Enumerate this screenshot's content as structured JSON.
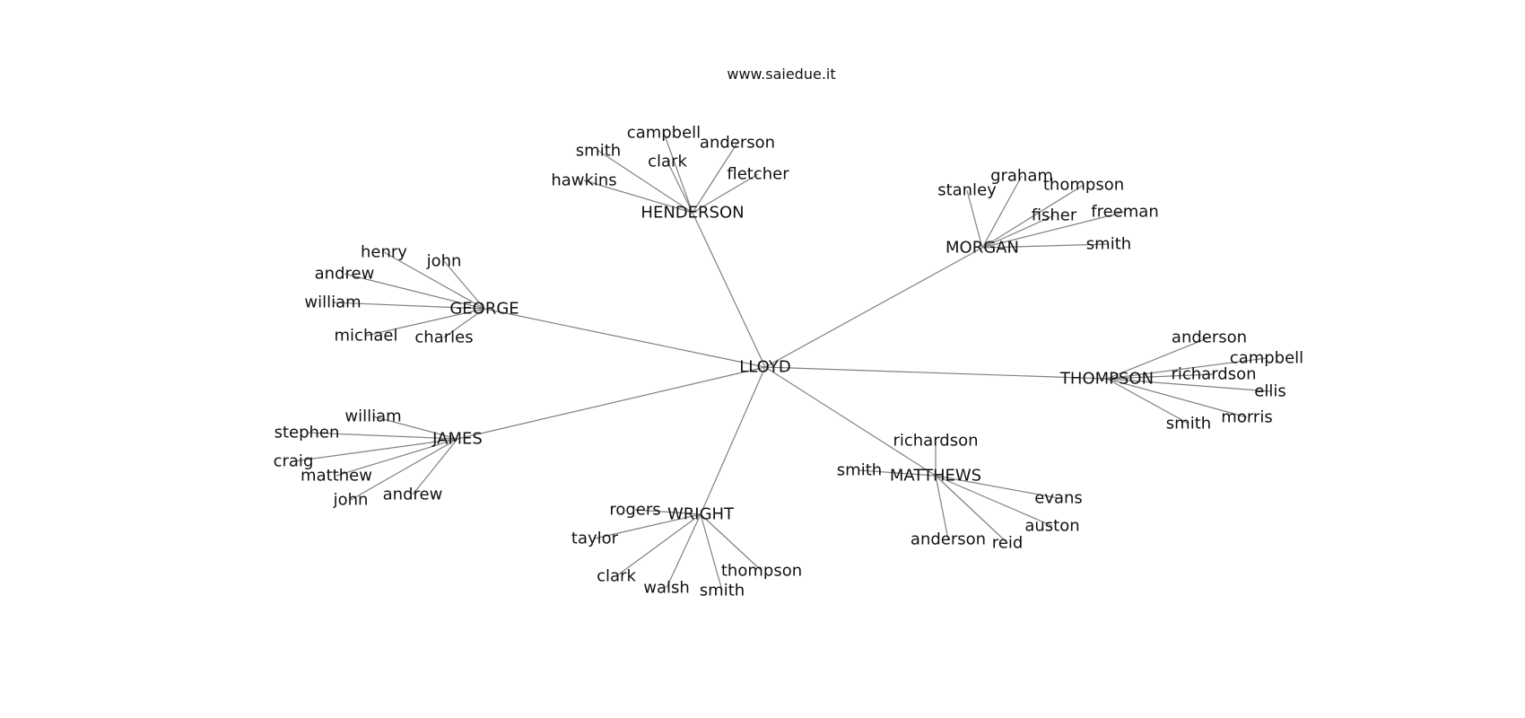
{
  "header": {
    "site": "www.saiedue.it"
  },
  "graph": {
    "root": "LLOYD",
    "groups": [
      {
        "name": "HENDERSON",
        "members": [
          "campbell",
          "anderson",
          "smith",
          "clark",
          "fletcher",
          "hawkins"
        ]
      },
      {
        "name": "MORGAN",
        "members": [
          "graham",
          "stanley",
          "thompson",
          "fisher",
          "freeman",
          "smith"
        ]
      },
      {
        "name": "GEORGE",
        "members": [
          "henry",
          "john",
          "andrew",
          "william",
          "michael",
          "charles"
        ]
      },
      {
        "name": "THOMPSON",
        "members": [
          "anderson",
          "campbell",
          "richardson",
          "ellis",
          "morris",
          "smith"
        ]
      },
      {
        "name": "JAMES",
        "members": [
          "william",
          "stephen",
          "craig",
          "matthew",
          "john",
          "andrew"
        ]
      },
      {
        "name": "MATTHEWS",
        "members": [
          "richardson",
          "smith",
          "evans",
          "auston",
          "anderson",
          "reid"
        ]
      },
      {
        "name": "WRIGHT",
        "members": [
          "rogers",
          "taylor",
          "clark",
          "walsh",
          "smith",
          "thompson"
        ]
      }
    ]
  },
  "colors": {
    "edge": "#808080",
    "text": "#111111",
    "background": "#ffffff"
  }
}
